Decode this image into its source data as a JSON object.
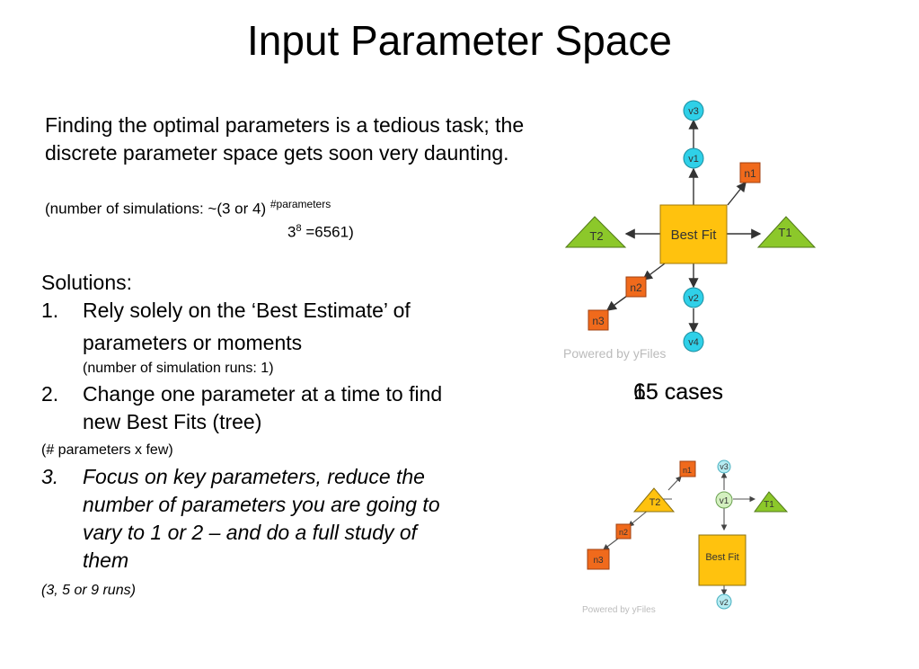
{
  "title": "Input Parameter Space",
  "intro": {
    "text": "Finding the optimal parameters is a tedious task; the discrete parameter space gets soon very daunting.",
    "note_prefix": "(number of simulations: ~(3 or 4) ",
    "note_sup": "#parameters",
    "calc_base": "3",
    "calc_exp": "8",
    "calc_rest": " =6561)"
  },
  "solutions": {
    "heading": "Solutions:",
    "item1_num": "1.",
    "item1_line1": "Rely solely on the ‘Best Estimate’ of",
    "item1_line2": "parameters or moments",
    "item1_note": "(number of simulation runs: 1)",
    "item2_num": "2.",
    "item2_line1": "Change one parameter at a time to find",
    "item2_line2": "new Best Fits (tree)",
    "item2_note": "(# parameters x few)",
    "item3_num": "3.",
    "item3_lines": [
      "Focus on key parameters, reduce the",
      "number of parameters you are going to",
      "vary to 1 or 2 – and do a full study of",
      "them"
    ],
    "item3_note": "(3, 5 or 9 runs)"
  },
  "cases": {
    "a": "15 cases",
    "b": "65 cases"
  },
  "diagram1": {
    "center": "Best Fit",
    "nodes": {
      "v3": "v3",
      "v1": "v1",
      "v2": "v2",
      "v4": "v4",
      "n1": "n1",
      "n2": "n2",
      "n3": "n3",
      "T1": "T1",
      "T2": "T2"
    },
    "watermark": "Powered by yFiles"
  },
  "diagram2": {
    "center": "Best Fit",
    "nodes": {
      "v3": "v3",
      "v1": "v1",
      "v2": "v2",
      "n1": "n1",
      "n2": "n2",
      "n3": "n3",
      "T1": "T1",
      "T2": "T2"
    },
    "watermark": "Powered by yFiles"
  },
  "colors": {
    "orange": "#f06a1c",
    "cyan": "#2fd0e8",
    "green": "#8cc82a",
    "yellow": "#ffc20e",
    "pale_green": "#d4f0c0",
    "pale_cyan": "#b6ecf2"
  }
}
